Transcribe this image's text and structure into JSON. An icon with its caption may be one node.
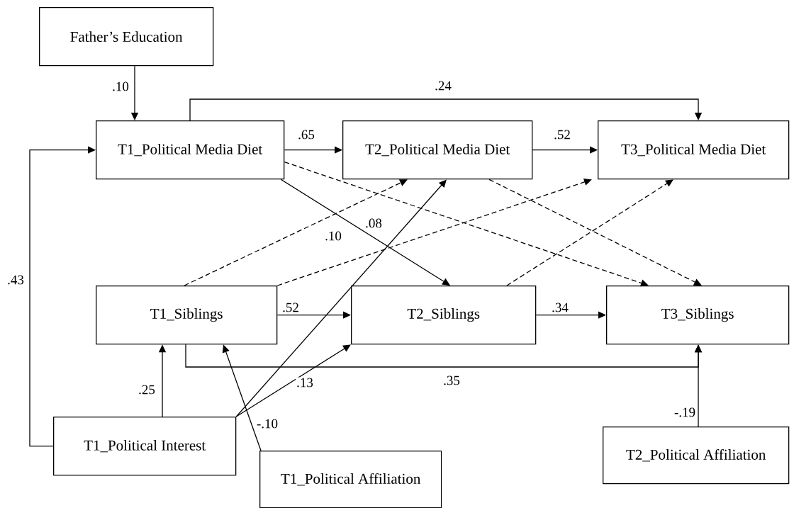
{
  "diagram": {
    "nodes": [
      {
        "text": [
          "Father’s Education"
        ]
      },
      {
        "text": [
          "T1_Political Media Diet"
        ]
      },
      {
        "text": [
          "T2_Political Media Diet"
        ]
      },
      {
        "text": [
          "T3_Political Media Diet"
        ]
      },
      {
        "text": [
          "T1_Siblings"
        ]
      },
      {
        "text": [
          "T2_Siblings"
        ]
      },
      {
        "text": [
          "T3_Siblings"
        ]
      },
      {
        "text": [
          "T1_Political Interest"
        ]
      },
      {
        "text": [
          "T1_Political Affiliation"
        ]
      },
      {
        "text": [
          "T2_Political Affiliation"
        ]
      }
    ],
    "edges": [
      {
        "from": 0,
        "to": 1,
        "arrow": "to",
        "label": ".10"
      },
      {
        "from": 1,
        "to": 3,
        "arrow": "to",
        "label": ".24"
      },
      {
        "from": 1,
        "to": 2,
        "arrow": "to",
        "label": ".65"
      },
      {
        "from": 2,
        "to": 3,
        "arrow": "to",
        "label": ".52"
      },
      {
        "from": 1,
        "to": 5,
        "arrow": "to",
        "label": ".10"
      },
      {
        "from": 1,
        "to": 6,
        "arrow": "to",
        "style": "dashed"
      },
      {
        "from": 4,
        "to": 2,
        "arrow": "to",
        "style": "dashed"
      },
      {
        "from": 4,
        "to": 3,
        "arrow": "to",
        "style": "dashed"
      },
      {
        "from": 2,
        "to": 6,
        "arrow": "to",
        "style": "dashed"
      },
      {
        "from": 5,
        "to": 3,
        "arrow": "to",
        "style": "dashed"
      },
      {
        "from": 4,
        "to": 5,
        "arrow": "to",
        "label": ".52"
      },
      {
        "from": 5,
        "to": 6,
        "arrow": "to",
        "label": ".34"
      },
      {
        "from": 4,
        "to": 6,
        "arrow": "to",
        "label": ".35"
      },
      {
        "from": 7,
        "to": 4,
        "arrow": "to",
        "label": ".25"
      },
      {
        "from": 7,
        "to": 1,
        "arrow": "to",
        "label": ".43"
      },
      {
        "from": 7,
        "to": 2,
        "arrow": "to",
        "label": ".08"
      },
      {
        "from": 7,
        "to": 5,
        "arrow": "to",
        "label": ".13"
      },
      {
        "from": 8,
        "to": 4,
        "arrow": "to",
        "label": "-.10"
      },
      {
        "from": 9,
        "to": 6,
        "arrow": "to",
        "label": "-.19"
      }
    ]
  }
}
